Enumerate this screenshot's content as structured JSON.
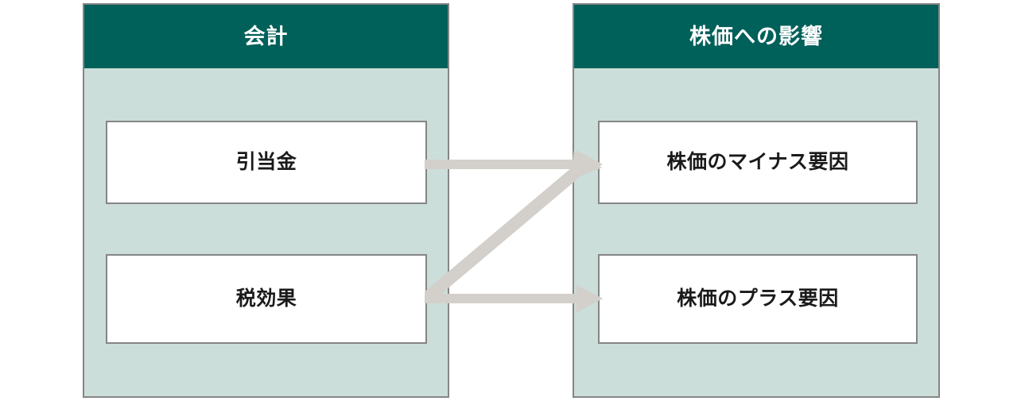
{
  "diagram": {
    "title_left": "会計",
    "title_right": "株価への影響",
    "background_color": "#ffffff",
    "panel_header_color": "#00605a",
    "panel_body_color": "#ccdeda",
    "panel_border_color": "#858585",
    "box_fill_color": "#ffffff",
    "box_border_color": "#858585",
    "arrow_color": "#d3d0cb",
    "text_color_header": "#ffffff",
    "text_color_box": "#1a1a1a"
  },
  "panels": [
    {
      "id": "panel-left",
      "header": "会計",
      "items": [
        {
          "label": "引当金"
        },
        {
          "label": "税効果"
        }
      ]
    },
    {
      "id": "panel-right",
      "header": "株価への影響",
      "items": [
        {
          "label": "株価のマイナス要因"
        },
        {
          "label": "株価のプラス要因"
        }
      ]
    }
  ],
  "connections": [
    {
      "name": "allowance-to-negative-factor",
      "from": "引当金",
      "to": "株価のマイナス要因",
      "style": "horizontal-arrow"
    },
    {
      "name": "tax-effect-to-negative-factor",
      "from": "税効果",
      "to": "株価のマイナス要因",
      "style": "diagonal-arrow"
    },
    {
      "name": "tax-effect-to-positive-factor",
      "from": "税効果",
      "to": "株価のプラス要因",
      "style": "horizontal-arrow"
    }
  ]
}
